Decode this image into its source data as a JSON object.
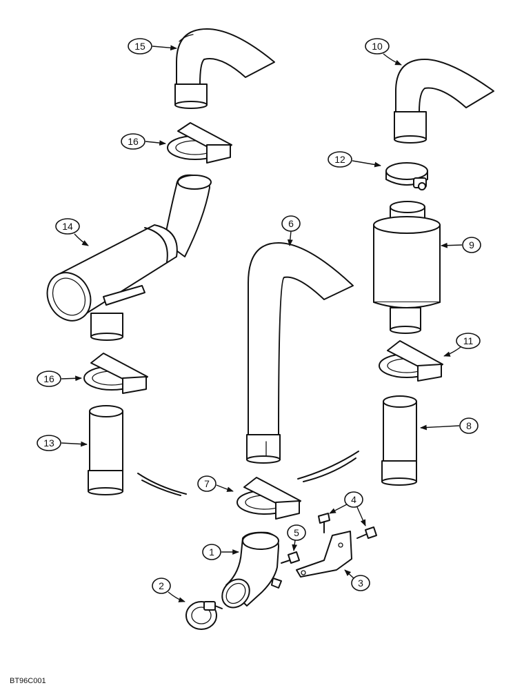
{
  "drawing_code": "BT96C001",
  "callouts": {
    "c1": "1",
    "c2": "2",
    "c3": "3",
    "c4": "4",
    "c5": "5",
    "c6": "6",
    "c7": "7",
    "c8": "8",
    "c9": "9",
    "c10": "10",
    "c11": "11",
    "c12": "12",
    "c13": "13",
    "c14": "14",
    "c15": "15",
    "c16a": "16",
    "c16b": "16"
  }
}
